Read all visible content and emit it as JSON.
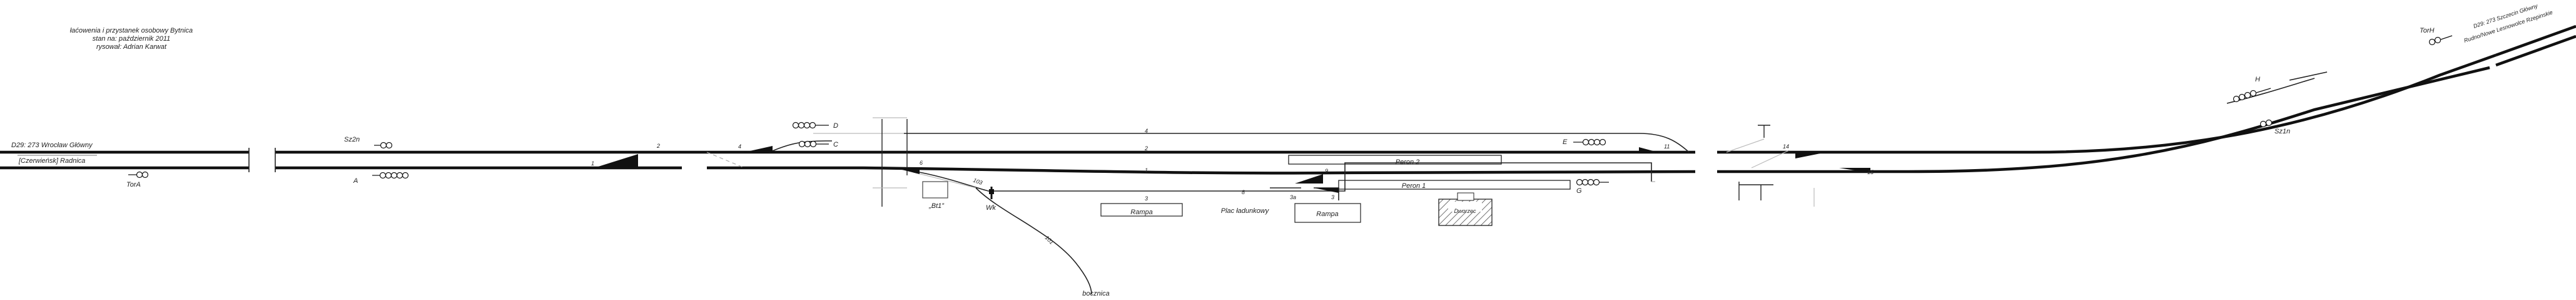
{
  "header": {
    "line1": "łaćowenia i przystanek osobowy Bytnica",
    "line2": "stan na: październik 2011",
    "line3": "rysował: Adrian Karwat"
  },
  "lines": {
    "left_top": "D29: 273 Wrocław Główny",
    "left_bottom": "[Czerwieńsk] Radnica",
    "right_top": "D29: 273 Szczecin Główny",
    "right_bottom": "Rudno/Nowe Lesnowolce Rzepinskie"
  },
  "tracks": {
    "t1": "1",
    "t2": "2",
    "t3": "3",
    "t4": "4",
    "t101": "101",
    "t103": "103"
  },
  "switches": {
    "s1": "1",
    "s2": "2",
    "s4": "4",
    "s6": "6",
    "s8": "8",
    "s9": "9",
    "s3a": "3a",
    "s3": "3",
    "s11": "11",
    "s14": "14",
    "s15": "15"
  },
  "signals": {
    "sz2n": "Sz2n",
    "a": "A",
    "d": "D",
    "c": "C",
    "e": "E",
    "g": "G",
    "h": "H",
    "tor": "TorA",
    "sz1n": "Sz1n",
    "torh": "TorH",
    "wk": "Wk"
  },
  "places": {
    "peron2": "Peron 2",
    "peron1": "Peron 1",
    "dworzec": "Dworzec",
    "rampa_a": "Rampa",
    "plac": "Plac ładunkowy",
    "rampa_b": "Rampa",
    "post": "„Bt1”",
    "bocznica": "bocznica"
  }
}
